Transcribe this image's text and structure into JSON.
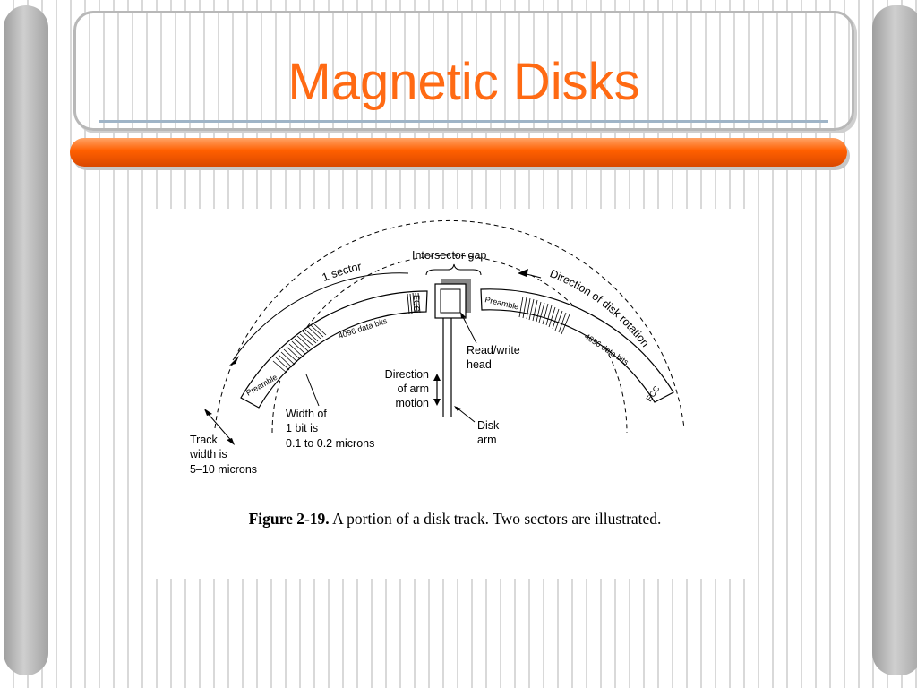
{
  "slide": {
    "title": "Magnetic Disks",
    "colors": {
      "title": "#ff6a13",
      "bar": "#ff5f00",
      "stripe": "#d9d9d9"
    }
  },
  "figure": {
    "caption_number": "Figure 2-19.",
    "caption_text": "A portion of a disk track. Two sectors are illustrated.",
    "labels": {
      "intersector_gap": "Intersector gap",
      "one_sector": "1 sector",
      "direction_rotation": "Direction of disk rotation",
      "preamble": "Preamble",
      "data_bits": "4096 data bits",
      "ecc": "ECC",
      "read_write_1": "Read/write",
      "read_write_2": "head",
      "dir_arm_1": "Direction",
      "dir_arm_2": "of arm",
      "dir_arm_3": "motion",
      "disk_arm_1": "Disk",
      "disk_arm_2": "arm",
      "bit_width_1": "Width of",
      "bit_width_2": "1 bit is",
      "bit_width_3": "0.1 to 0.2 microns",
      "track_width_1": "Track",
      "track_width_2": "width is",
      "track_width_3": "5–10 microns"
    }
  }
}
